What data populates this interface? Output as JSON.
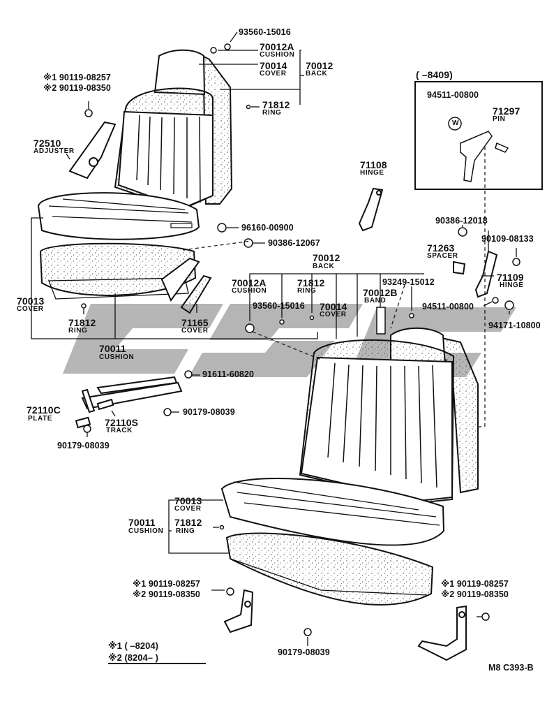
{
  "labels": {
    "p93560_top": "93560-15016",
    "p70012A_top": "70012A",
    "n_cushion_top": "CUSHION",
    "p70014_top": "70014",
    "n_cover_top": "COVER",
    "p70012_top": "70012",
    "n_back_top": "BACK",
    "p71812_top": "71812",
    "n_ring_top": "RING",
    "star1_top": "※1 90119-08257",
    "star2_top": "※2 90119-08350",
    "p72510": "72510",
    "n_adjuster": "ADJUSTER",
    "p96160": "96160-00900",
    "p90386_12067": "90386-12067",
    "p70013_left": "70013",
    "n_cover_left": "COVER",
    "p71812_left": "71812",
    "n_ring_left": "RING",
    "p70011_left": "70011",
    "n_cushion_left": "CUSHION",
    "p71165": "71165",
    "n_cover_71165": "COVER",
    "inset_range": "(    –8409)",
    "p94511_inset": "94511-00800",
    "p71297": "71297",
    "n_pin": "PIN",
    "inset_w": "W",
    "p71108": "71108",
    "n_hinge_71108": "HINGE",
    "p90386_12018": "90386-12018",
    "p71263": "71263",
    "n_spacer": "SPACER",
    "p90109": "90109-08133",
    "p71109": "71109",
    "n_hinge_71109": "HINGE",
    "p94511_right": "94511-00800",
    "p94171": "94171-10800",
    "p70012_mid": "70012",
    "n_back_mid": "BACK",
    "p70012A_mid": "70012A",
    "n_cushion_mid": "CUSHION",
    "p71812_mid": "71812",
    "n_ring_mid": "RING",
    "p93249": "93249-15012",
    "p70012B": "70012B",
    "n_band": "BAND",
    "p93560_mid": "93560-15016",
    "p70014_mid": "70014",
    "n_cover_mid": "COVER",
    "p91611": "91611-60820",
    "p72110C": "72110C",
    "n_plate": "PLATE",
    "p72110S": "72110S",
    "n_track": "TRACK",
    "p90179_a": "90179-08039",
    "p90179_b": "90179-08039",
    "p70013_bottom": "70013",
    "n_cover_bottom": "COVER",
    "p70011_bottom": "70011",
    "n_cushion_bottom": "CUSHION",
    "p71812_bottom": "71812",
    "n_ring_bottom": "RING",
    "star1_bl": "※1 90119-08257",
    "star2_bl": "※2 90119-08350",
    "star1_br": "※1 90119-08257",
    "star2_br": "※2 90119-08350",
    "p90179_c": "90179-08039",
    "note1": "※1 (      –8204)",
    "note2": "※2 (8204–        )",
    "ref": "M8  C393-B"
  },
  "watermark": {
    "text": "CSC",
    "color": "#a0a0a0"
  },
  "colors": {
    "ink": "#111111",
    "paper": "#ffffff"
  }
}
